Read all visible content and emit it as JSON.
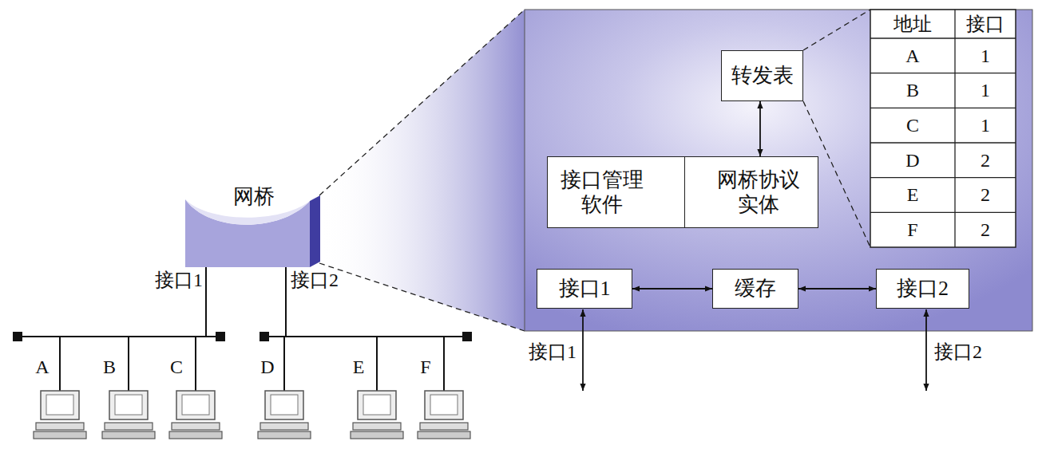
{
  "diagram": {
    "nodes": [
      {
        "text": [
          "网桥"
        ]
      },
      {
        "text": [
          "转发表"
        ]
      },
      {
        "text": [
          "接口管理 软件"
        ]
      },
      {
        "text": [
          "网桥协议 实体"
        ]
      },
      {
        "text": [
          "接口1"
        ]
      },
      {
        "text": [
          "缓存"
        ]
      },
      {
        "text": [
          "接口2"
        ]
      }
    ],
    "edges": [
      {
        "from": 1,
        "to": 3,
        "arrow": "both"
      },
      {
        "from": 2,
        "to": 3,
        "arrow": "to"
      },
      {
        "from": 3,
        "to": 2,
        "arrow": "to"
      },
      {
        "from": 4,
        "to": 5,
        "arrow": "both"
      },
      {
        "from": 5,
        "to": 6,
        "arrow": "both"
      }
    ],
    "labels": [
      "接口1",
      "接口2",
      "A",
      "B",
      "C",
      "D",
      "E",
      "F",
      "地址",
      "接口",
      "A",
      "1",
      "B",
      "1",
      "C",
      "1",
      "D",
      "2",
      "E",
      "2",
      "F",
      "2",
      "接口1",
      "接口2"
    ]
  }
}
